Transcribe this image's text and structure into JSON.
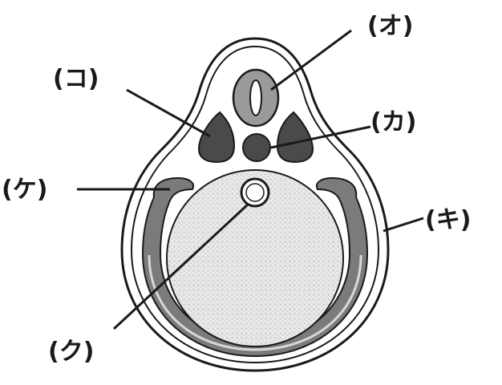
{
  "labels": {
    "o": "(オ)",
    "ka": "(カ)",
    "ki": "(キ)",
    "ku": "(ク)",
    "ke": "(ケ)",
    "ko": "(コ)"
  },
  "colors": {
    "outline": "#1a1a1a",
    "outer_skin": "#ffffff",
    "grey_band": "#7b7b7b",
    "dark_mass": "#4a4a4a",
    "neural_tube": "#9a9a9a",
    "yolk": "#e6e6e6",
    "yolk_dots": "#b9b9b9"
  }
}
